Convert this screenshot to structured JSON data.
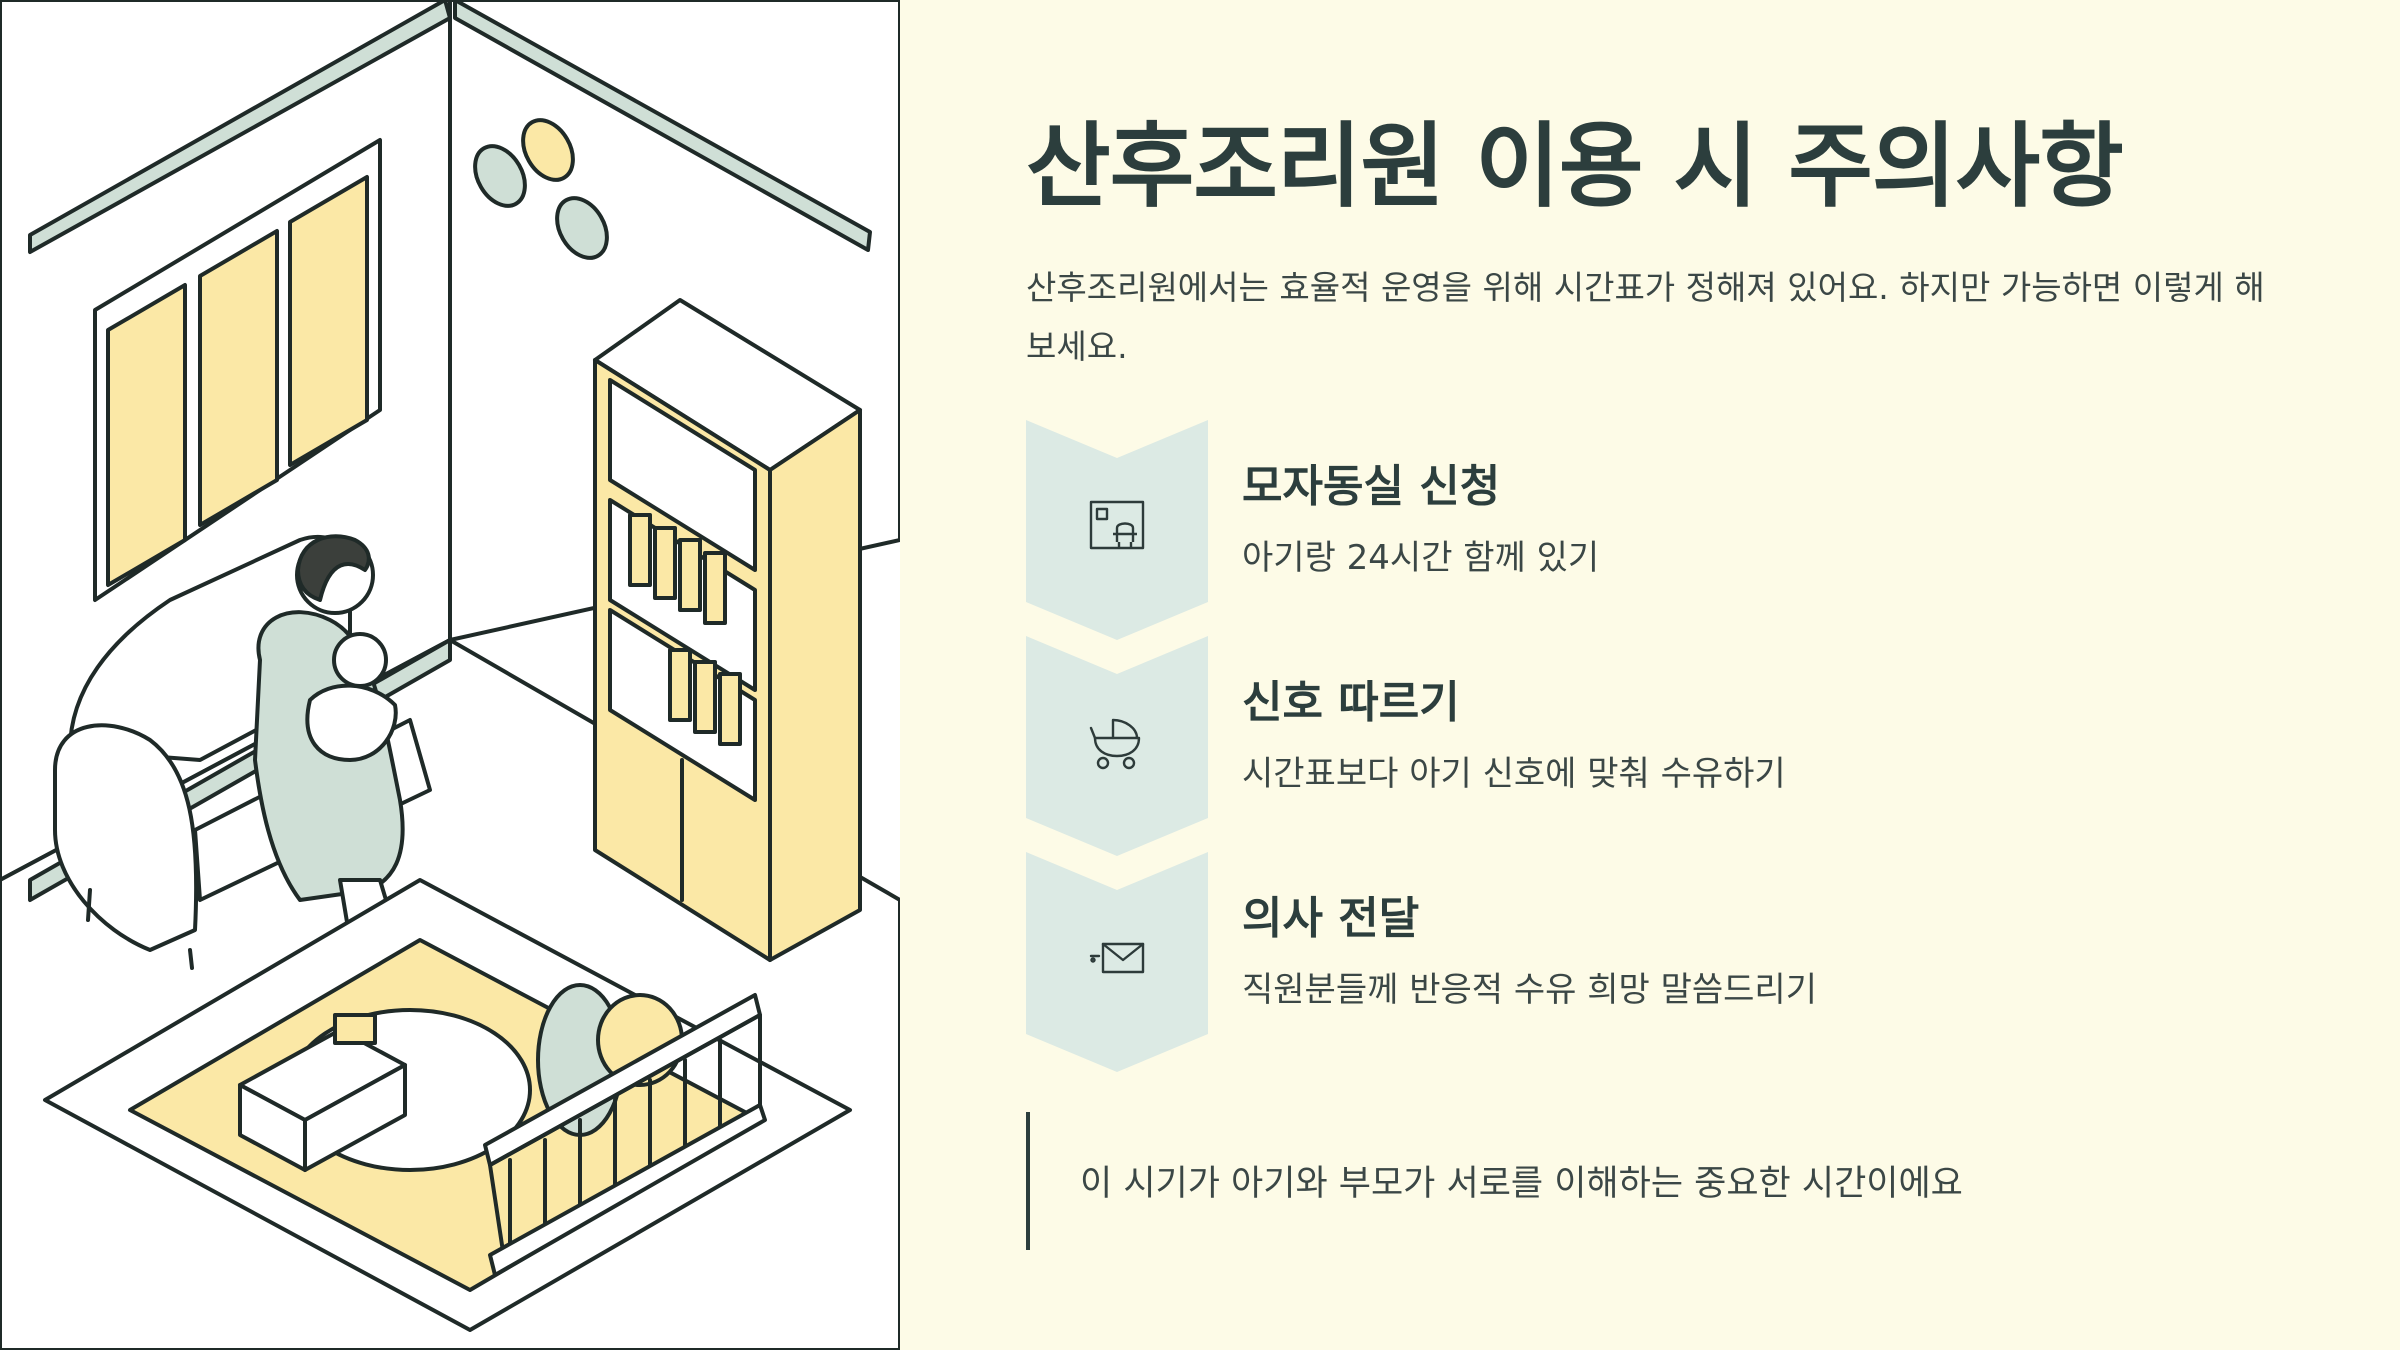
{
  "slide": {
    "title": "산후조리원 이용 시 주의사항",
    "intro": "산후조리원에서는 효율적 운영을 위해 시간표가 정해져 있어요. 하지만 가능하면 이렇게 해보세요.",
    "items": [
      {
        "icon": "rooming-in-icon",
        "title": "모자동실 신청",
        "desc": "아기랑 24시간 함께 있기"
      },
      {
        "icon": "stroller-icon",
        "title": "신호 따르기",
        "desc": "시간표보다 아기 신호에 맞춰 수유하기"
      },
      {
        "icon": "envelope-icon",
        "title": "의사 전달",
        "desc": "직원분들께 반응적 수유 희망 말씀드리기"
      }
    ],
    "quote": "이 시기가 아기와 부모가 서로를 이해하는 중요한 시간이에요"
  },
  "colors": {
    "background": "#fdfbe7",
    "heading": "#2c3e3d",
    "chevron": "#dceae4",
    "accent_yellow": "#fbe8a6",
    "accent_sage": "#cfdfd6"
  }
}
